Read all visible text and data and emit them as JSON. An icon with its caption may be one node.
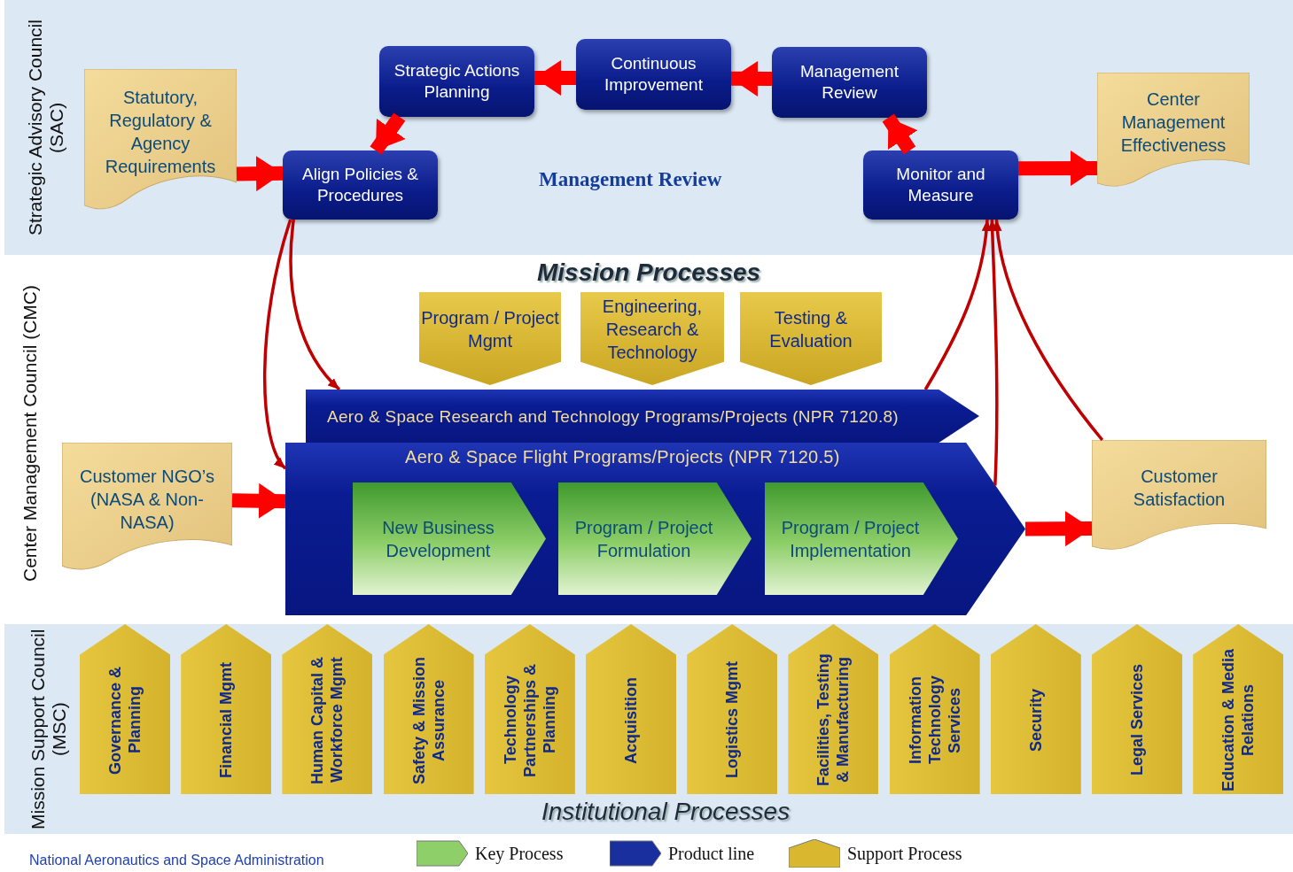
{
  "diagram": {
    "nodes": [
      {
        "text": [
          "Strategic Advisory Council (SAC)"
        ]
      },
      {
        "text": [
          "Statutory, Regulatory & Agency Requirements"
        ],
        "in": 0
      },
      {
        "text": [
          "Strategic Actions Planning"
        ],
        "in": 0
      },
      {
        "text": [
          "Continuous Improvement"
        ],
        "in": 0
      },
      {
        "text": [
          "Management Review"
        ],
        "in": 0
      },
      {
        "text": [
          "Align Policies & Procedures"
        ],
        "in": 0
      },
      {
        "text": [
          "Monitor and Measure"
        ],
        "in": 0
      },
      {
        "text": [
          "Center Management Effectiveness"
        ],
        "in": 0
      },
      {
        "text": [
          "Program / Project Mgmt"
        ]
      },
      {
        "text": [
          "Engineering, Research & Technology"
        ]
      },
      {
        "text": [
          "Testing & Evaluation"
        ]
      },
      {
        "text": [
          "Aero & Space Research and Technology Programs/Projects (NPR 7120.8)"
        ]
      },
      {
        "text": [
          "Aero & Space Flight Programs/Projects (NPR 7120.5)"
        ]
      },
      {
        "text": [
          "New Business Development"
        ],
        "in": 12
      },
      {
        "text": [
          "Program / Project Formulation"
        ],
        "in": 12
      },
      {
        "text": [
          "Program / Project Implementation"
        ],
        "in": 12
      },
      {
        "text": [
          "Customer NGO’s (NASA & Non-NASA)"
        ]
      },
      {
        "text": [
          "Customer Satisfaction"
        ]
      },
      {
        "text": [
          "Mission Support Council (MSC)"
        ]
      },
      {
        "text": [
          "Governance & Planning"
        ],
        "in": 18
      },
      {
        "text": [
          "Financial Mgmt"
        ],
        "in": 18
      },
      {
        "text": [
          "Human Capital & Workforce Mgmt"
        ],
        "in": 18
      },
      {
        "text": [
          "Safety & Mission Assurance"
        ],
        "in": 18
      },
      {
        "text": [
          "Technology Partnerships & Planning"
        ],
        "in": 18
      },
      {
        "text": [
          "Acquisition"
        ],
        "in": 18
      },
      {
        "text": [
          "Logistics Mgmt"
        ],
        "in": 18
      },
      {
        "text": [
          "Facilities, Testing & Manufacturing"
        ],
        "in": 18
      },
      {
        "text": [
          "Information Technology Services"
        ],
        "in": 18
      },
      {
        "text": [
          "Security"
        ],
        "in": 18
      },
      {
        "text": [
          "Legal Services"
        ],
        "in": 18
      },
      {
        "text": [
          "Education & Media Relations"
        ],
        "in": 18
      }
    ],
    "edges": [
      {
        "from": 1,
        "to": 5,
        "arrow": "to"
      },
      {
        "from": 4,
        "to": 3,
        "arrow": "to"
      },
      {
        "from": 3,
        "to": 2,
        "arrow": "to"
      },
      {
        "from": 2,
        "to": 5,
        "arrow": "to"
      },
      {
        "from": 6,
        "to": 4,
        "arrow": "to"
      },
      {
        "from": 6,
        "to": 7,
        "arrow": "to"
      },
      {
        "from": 16,
        "to": 12,
        "arrow": "to"
      },
      {
        "from": 12,
        "to": 17,
        "arrow": "to"
      },
      {
        "from": 5,
        "to": 11,
        "arrow": "to",
        "color": "#c00000"
      },
      {
        "from": 5,
        "to": 12,
        "arrow": "to",
        "color": "#c00000"
      },
      {
        "from": 11,
        "to": 6,
        "arrow": "to",
        "color": "#c00000"
      },
      {
        "from": 12,
        "to": 6,
        "arrow": "to",
        "color": "#c00000"
      },
      {
        "from": 17,
        "to": 6,
        "arrow": "to",
        "color": "#c00000"
      }
    ],
    "labels": [
      "Management Review",
      "Center Management Council (CMC)",
      "Mission Processes",
      "Institutional Processes",
      "National Aeronautics and Space Administration"
    ],
    "legend": [
      {
        "text": "Key Process",
        "color": "#8fcf6a"
      },
      {
        "text": "Product line",
        "color": "#1a2f9e"
      },
      {
        "text": "Support Process",
        "color": "#d9b830"
      }
    ]
  }
}
